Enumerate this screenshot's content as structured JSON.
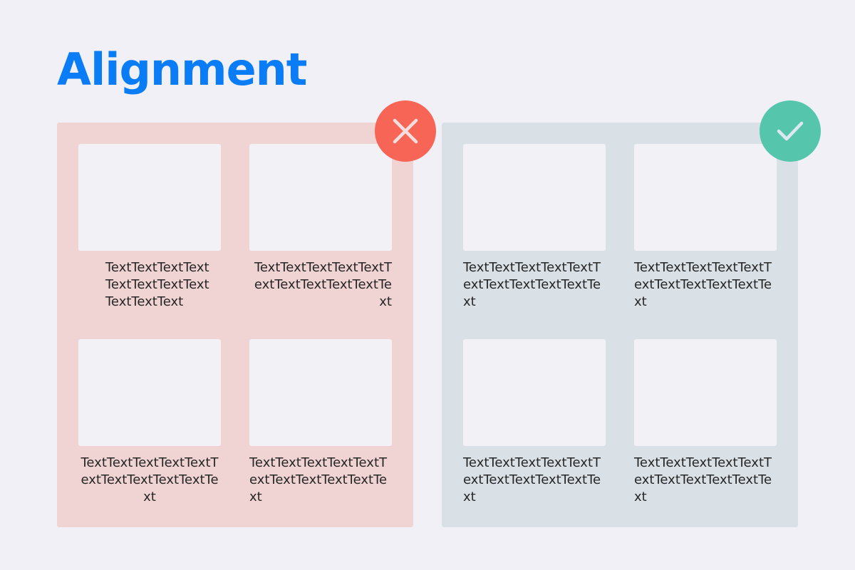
{
  "title": "Alignment",
  "colors": {
    "title": "#0a7cf5",
    "wrong_panel": "#f0d3d3",
    "right_panel": "#d9e0e6",
    "wrong_badge": "#f76556",
    "right_badge": "#55c6ab"
  },
  "wrong_example": {
    "badge_icon": "close-icon",
    "captions": [
      "TextTextTextText TextTextTextText TextTextText",
      "TextTextTextTextTextTextTextTextTextTextText",
      "TextTextTextTextTextTextTextTextTextTextText",
      "TextTextTextTextTextTextTextTextTextTextText"
    ]
  },
  "right_example": {
    "badge_icon": "check-icon",
    "captions": [
      "TextTextTextTextTextTextTextTextTextTextText",
      "TextTextTextTextTextTextTextTextTextTextText",
      "TextTextTextTextTextTextTextTextTextTextText",
      "TextTextTextTextTextTextTextTextTextTextText"
    ]
  }
}
